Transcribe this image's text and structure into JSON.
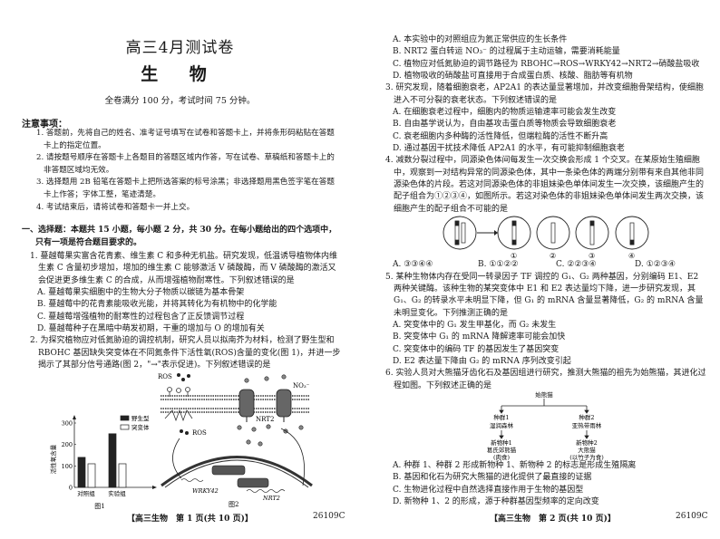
{
  "page1": {
    "title": "高三4月测试卷",
    "subject": "生 物",
    "score_info": "全卷满分 100 分，考试时间 75 分钟。",
    "notes_title": "注意事项：",
    "notes": [
      "1. 答题前，先将自己的姓名、准考证号填写在试卷和答题卡上，并将条形码粘贴在答题卡上的指定位置。",
      "2. 请按题号顺序在答题卡上各题目的答题区域内作答，写在试卷、草稿纸和答题卡上的非答题区域均无效。",
      "3. 选择题用 2B 铅笔在答题卡上把所选答案的标号涂黑；非选择题用黑色签字笔在答题卡上作答；字体工整，笔迹清楚。",
      "4. 考试结束后，请将试卷和答题卡一并上交。"
    ],
    "section_header": "一、选择题：本题共 15 小题，每小题 2 分，共 30 分。在每小题给出的四个选项中，只有一项是符合题目要求的。",
    "q1": {
      "stem": "1. 蔓越莓果实富含花青素、维生素 C 和多种无机盐。研究发现，低温诱导植物体内维生素 C 含量初步增加，增加的维生素 C 能够激活 V 磷酸酶，而 V 磷酸酶的激活又会促进更多维生素 C 的合成，从而增强植物耐寒性。下列叙述错误的是",
      "options": [
        "A. 蔓越莓果实细胞中的生物大分子物质以碳链为基本骨架",
        "B. 蔓越莓中的花青素能吸收光能，并将其转化为有机物中的化学能",
        "C. 蔓越莓增强植物的耐寒性的过程包含了正反馈调节过程",
        "D. 蔓越莓种子在黑暗中萌发初期，干重的增加与 O 的增加有关"
      ]
    },
    "q2_stem": "2. 为探究植物应对低氮胁迫的调控机制，研究人员以拟南芥为材料，检测了野生型和 RBOHC 基因缺失突变体在不同氮条件下活性氧(ROS)含量的变化(图 1)，并进一步揭示了其部分信号通路(图 2，\"→\"表示促进)。下列叙述错误的是",
    "fig2": {
      "ros_top": "ROS",
      "no3": "NO₃⁻",
      "nrt2_protein": "NRT2",
      "ros_mid": "ROS",
      "wrky42": "WRKY42",
      "nrt2_gene": "NRT2",
      "caption": "图2"
    },
    "footer": "【高三生物　第 1 页(共 10 页)】",
    "code": "26109C"
  },
  "chart_data": {
    "type": "bar",
    "title": "图1",
    "categories": [
      "对照组",
      "实验组"
    ],
    "series": [
      {
        "name": "野生型",
        "values": [
          140,
          250
        ],
        "color": "#222222"
      },
      {
        "name": "突变体",
        "values": [
          110,
          110
        ],
        "color": "#ffffff"
      }
    ],
    "ylabel": "活性氧含量",
    "xlabel": "",
    "ylim": [
      0,
      300
    ],
    "yticks": [
      0,
      100,
      200,
      300
    ],
    "legend": "top-right"
  },
  "page2": {
    "q2_options": [
      "A. 本实验中的对照组应为氮正常供应的生长条件",
      "B. NRT2 蛋白转运 NO₃⁻ 的过程属于主动运输，需要消耗能量",
      "C. 植物应对低氮胁迫的调节路径为 RBOHC→ROS→WRKY42→NRT2→硝酸盐吸收",
      "D. 植物吸收的硝酸盐可直接用于合成蛋白质、核酸、脂肪等有机物"
    ],
    "q3": {
      "stem": "3. 研究发现，随着细胞衰老，AP2A1 的表达量显著增加，并改变细胞骨架结构，使细胞进入不可分裂的衰老状态。下列叙述错误的是",
      "options": [
        "A. 在细胞衰老过程中，细胞内的物质运输速率可能会发生改变",
        "B. 自由基学说认为，自由基攻击蛋白质等物质会导致细胞衰老",
        "C. 衰老细胞内多种酶的活性降低，但端粒酶的活性不断升高",
        "D. 通过基因干扰技术降低 AP2A1 的水平，有可能抑制细胞衰老"
      ]
    },
    "q4": {
      "stem": "4. 减数分裂过程中，同源染色体间每发生一次交换会形成 1 个交叉。在某原始生殖细胞中，观察到一对结构异常的同源染色体，其中一条染色体的两端分别带有来自其他非同源染色体的片段。若这对同源染色体的非姐妹染色单体间发生一次交换，该细胞产生的配子组合为①②③④，如图所示。若这对染色体的非姐妹染色单体间发生两次交换，该细胞产生的配子组合不可能的是",
      "labels": [
        "①",
        "②",
        "③",
        "④"
      ],
      "options": [
        "A. ③③④④",
        "B. ①①②②",
        "C. ②②③④",
        "D. ①②③④"
      ]
    },
    "q5": {
      "stem": "5. 某种生物体内存在受同一转录因子 TF 调控的 G₁、G₂ 两种基因，分别编码 E1、E2 两种关键酶。该种生物的某突变体中 E1 和 E2 表达量均下降，进一步研究发现，其 G₁、G₂ 的转录水平未明显下降，但 G₁ 的 mRNA 含量显著降低，G₂ 的 mRNA 含量未明显变化。下列推测正确的是",
      "options": [
        "A. 突变体中的 G₁ 发生甲基化，而 G₂ 未发生",
        "B. 突变体中 G₁ 的 mRNA 降解速率可能会加快",
        "C. 突变体中的编码 TF 的基因发生了基因突变",
        "D. E2 表达量下降由 G₂ 的 mRNA 序列改变引起"
      ]
    },
    "q6": {
      "stem": "6. 实验人员对大熊猫牙齿化石及基因组进行研究，推测大熊猫的祖先为始熊猫，其进化过程如图。下列叙述正确的是",
      "flow": {
        "root": "始熊猫",
        "pop1": "种群1",
        "pop1_env": "湿润森林",
        "pop2": "种群2",
        "pop2_env": "亚热带雨林",
        "sp1": "新物种1",
        "sp1_name": "葛氏郊熊猫",
        "sp1_diet": "(肉食)",
        "sp2": "新物种2",
        "sp2_name": "大熊猫",
        "sp2_diet": "(以竹子为食)"
      },
      "options": [
        "A. 种群 1、种群 2 形成新物种 1、新物种 2 的标志是形成生殖隔离",
        "B. 基因和化石为研究大熊猫的进化提供了最直接的证据",
        "C. 生物进化过程中自然选择直接作用于生物的基因型",
        "D. 新物种 1、2 的形成，源于种群基因型频率的定向改变"
      ]
    },
    "footer": "【高三生物　第 2 页(共 10 页)】",
    "code": "26109C"
  }
}
